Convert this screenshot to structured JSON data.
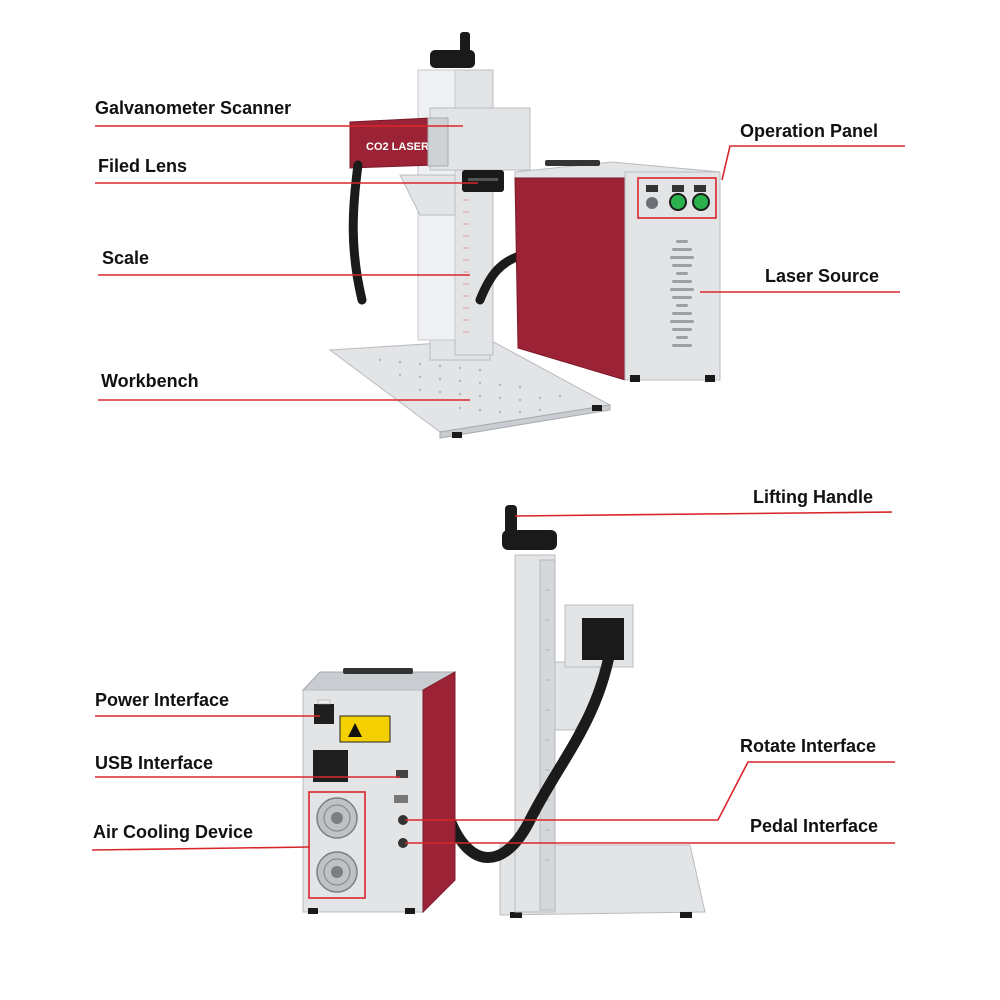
{
  "colors": {
    "leader_line": "#d9262b",
    "label_text": "#111111",
    "housing_red": "#9b2335",
    "housing_metal": "#e2e4e6",
    "button_green": "#2bb24c"
  },
  "front_view": {
    "logo_text": "CO2 LASER",
    "labels": {
      "galvanometer_scanner": "Galvanometer Scanner",
      "field_lens": "Filed Lens",
      "scale": "Scale",
      "workbench": "Workbench",
      "operation_panel": "Operation Panel",
      "laser_source": "Laser Source"
    }
  },
  "rear_view": {
    "labels": {
      "lifting_handle": "Lifting Handle",
      "power_interface": "Power Interface",
      "usb_interface": "USB Interface",
      "air_cooling_device": "Air Cooling Device",
      "rotate_interface": "Rotate Interface",
      "pedal_interface": "Pedal Interface"
    }
  }
}
